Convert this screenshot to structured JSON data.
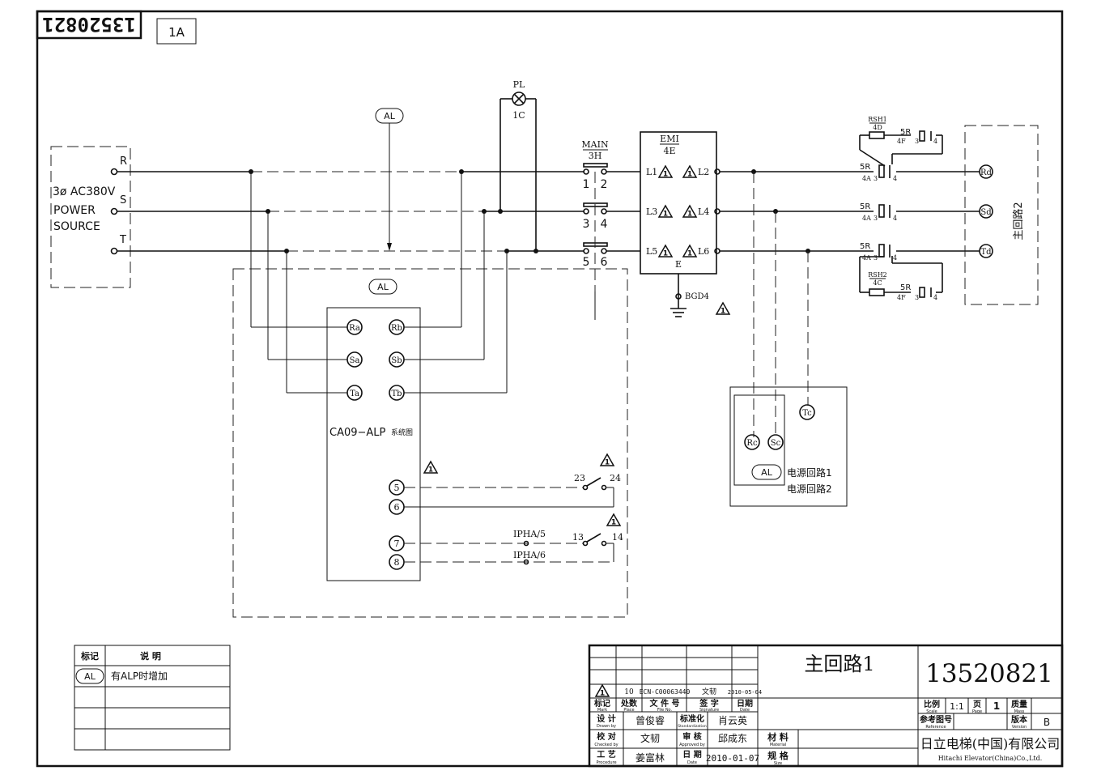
{
  "drawing": {
    "number": "13520821",
    "number_rotated": "13520821",
    "sheet_tag": "1A",
    "title": "主回路1"
  },
  "power_source": {
    "phase_label": "3ø AC380V",
    "line2": "POWER",
    "line3": "SOURCE",
    "terminals": [
      "R",
      "S",
      "T"
    ]
  },
  "components": {
    "al_tag": "AL",
    "pilot": {
      "name": "PL",
      "ref": "1C"
    },
    "main": {
      "name": "MAIN",
      "ref": "3H",
      "poles": [
        "1",
        "2",
        "3",
        "4",
        "5",
        "6"
      ]
    },
    "emi": {
      "name": "EMI",
      "ref": "4E",
      "inputs": [
        "L1",
        "L3",
        "L5"
      ],
      "outputs": [
        "L2",
        "L4",
        "L6"
      ],
      "earth": "E",
      "ground": "BGD4"
    },
    "alp": {
      "label": "CA09−ALP",
      "label_suffix": "系统图",
      "in_terminals": [
        "Ra",
        "Sa",
        "Ta"
      ],
      "out_terminals": [
        "Rb",
        "Sb",
        "Tb"
      ],
      "io_terminals": [
        "5",
        "6",
        "7",
        "8"
      ]
    },
    "contact_a": {
      "left": "23",
      "right": "24"
    },
    "contact_b": {
      "left": "13",
      "right": "14",
      "wire1": "IPHA/5",
      "wire2": "IPHA/6"
    },
    "relays": {
      "rsh1": {
        "name": "RSH1",
        "ref": "4D"
      },
      "rsh2": {
        "name": "RSH2",
        "ref": "4C"
      },
      "contact_label": "5R",
      "ref_4a": "4A",
      "ref_4f": "4F",
      "pin3": "3",
      "pin4": "4"
    },
    "main2": {
      "label": "主回路2",
      "terminals": [
        "Rd",
        "Sd",
        "Td"
      ]
    },
    "power_circuit": {
      "terminals": [
        "Rc",
        "Sc",
        "Tc"
      ],
      "label1": "电源回路1",
      "label2": "电源回路2"
    }
  },
  "legend": {
    "header_mark": "标记",
    "header_desc": "说  明",
    "row_mark": "AL",
    "row_desc": "有ALP时增加"
  },
  "revision": {
    "mark": "1",
    "count": "10",
    "doc": "ECN-C00063440",
    "signer": "文韧",
    "date": "2010-05-04"
  },
  "title_block": {
    "hdr_mark": "标记",
    "hdr_mark_en": "Mark",
    "hdr_place": "处数",
    "hdr_place_en": "Place",
    "hdr_file": "文 件 号",
    "hdr_file_en": "File No.",
    "hdr_sign": "签  字",
    "hdr_sign_en": "Signature",
    "hdr_date": "日期",
    "hdr_date_en": "Date",
    "design_label": "设  计",
    "design_en": "Drawn by",
    "design_name": "曾俊睿",
    "std_label": "标准化",
    "std_en": "Standardization",
    "std_name": "肖云英",
    "check_label": "校  对",
    "check_en": "Checked by",
    "check_name": "文韧",
    "approve_label": "审  核",
    "approve_en": "Approved by",
    "approve_name": "邱成东",
    "process_label": "工  艺",
    "process_en": "Procedure",
    "process_name": "姜富林",
    "date_label": "日  期",
    "date_en": "Date",
    "date_value": "2010-01-07",
    "material_label": "材  料",
    "material_en": "Material",
    "spec_label": "规  格",
    "spec_en": "Size",
    "scale_label": "比例",
    "scale_en": "Scale",
    "scale_value": "1:1",
    "page_label": "页",
    "page_en": "Page",
    "page_value": "1",
    "weight_label": "质量",
    "weight_en": "Mass",
    "ref_label": "参考图号",
    "ref_en": "Reference",
    "version_label": "版本",
    "version_en": "Version",
    "version_value": "B",
    "company_cn": "日立电梯(中国)有限公司",
    "company_en": "Hitachi Elevator(China)Co.,Ltd."
  },
  "revision_mark": "1"
}
